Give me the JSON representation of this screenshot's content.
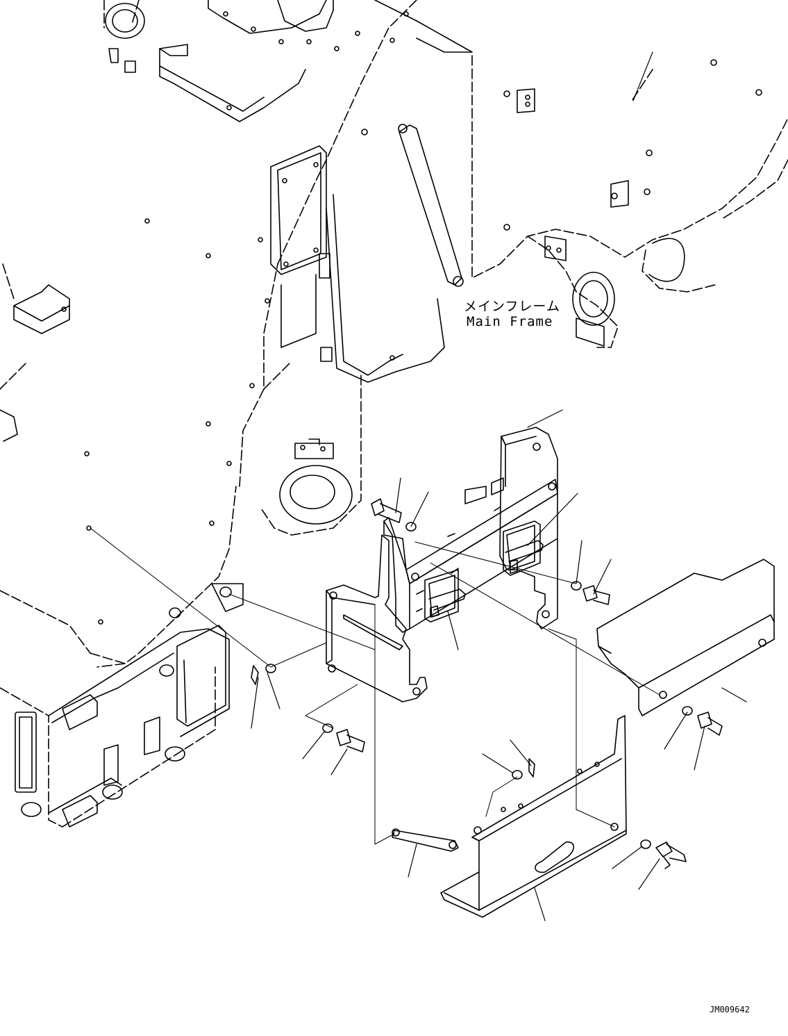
{
  "callouts": {
    "main_frame_jp": "メインフレーム",
    "main_frame_en": "Main Frame"
  },
  "drawing_code": "JM009642",
  "colors": {
    "line": "#000000",
    "background": "#ffffff"
  }
}
